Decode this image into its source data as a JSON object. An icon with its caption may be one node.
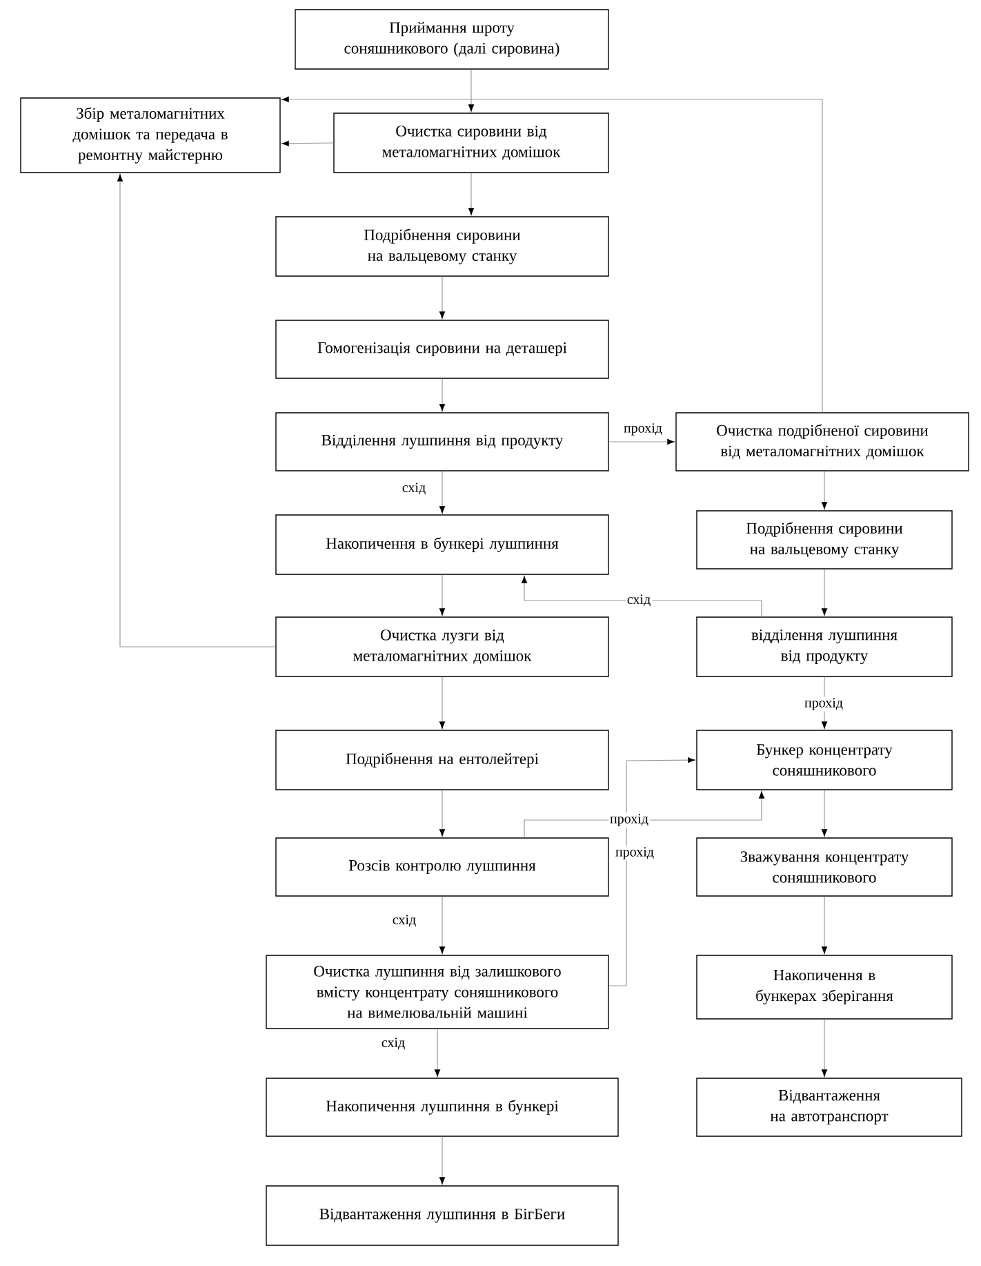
{
  "diagram": {
    "nodes": [
      {
        "text": [
          "Приймання шроту соняшникового (далі сировина)"
        ]
      },
      {
        "text": [
          "Збір металомагнітних домішок та передача в ремонтну майстерню"
        ]
      },
      {
        "text": [
          "Очистка сировини від металомагнітних домішок"
        ]
      },
      {
        "text": [
          "Подрібнення сировини на вальцевому станку"
        ]
      },
      {
        "text": [
          "Гомогенізація сировини на деташері"
        ]
      },
      {
        "text": [
          "Відділення лушпиння від продукту"
        ]
      },
      {
        "text": [
          "Очистка подрібненої сировини від металомагнітних домішок"
        ]
      },
      {
        "text": [
          "Накопичення в бункері лушпиння"
        ]
      },
      {
        "text": [
          "Подрібнення сировини на вальцевому станку"
        ]
      },
      {
        "text": [
          "Очистка лузги від металомагнітних домішок"
        ]
      },
      {
        "text": [
          "відділення лушпиння від продукту"
        ]
      },
      {
        "text": [
          "Подрібнення на ентолейтері"
        ]
      },
      {
        "text": [
          "Бункер концентрату соняшникового"
        ]
      },
      {
        "text": [
          "Розсів контролю лушпиння"
        ]
      },
      {
        "text": [
          "Зважування концентрату соняшникового"
        ]
      },
      {
        "text": [
          "Очистка лушпиння від залишкового вмісту концентрату соняшникового на вимелювальній машині"
        ]
      },
      {
        "text": [
          "Накопичення в бункерах зберігання"
        ]
      },
      {
        "text": [
          "Накопичення лушпиння в бункері"
        ]
      },
      {
        "text": [
          "Відвантаження на автотранспорт"
        ]
      },
      {
        "text": [
          "Відвантаження лушпиння в БігБеги"
        ]
      }
    ],
    "edges": [
      {
        "from": 0,
        "to": 2,
        "arrow": "to"
      },
      {
        "from": 2,
        "to": 1,
        "arrow": "to"
      },
      {
        "from": 6,
        "to": 1,
        "arrow": "to"
      },
      {
        "from": 2,
        "to": 3,
        "arrow": "to"
      },
      {
        "from": 3,
        "to": 4,
        "arrow": "to"
      },
      {
        "from": 4,
        "to": 5,
        "arrow": "to"
      },
      {
        "from": 5,
        "to": 6,
        "arrow": "to",
        "label": "прохід"
      },
      {
        "from": 5,
        "to": 7,
        "arrow": "to",
        "label": "схід"
      },
      {
        "from": 6,
        "to": 8,
        "arrow": "to"
      },
      {
        "from": 8,
        "to": 10,
        "arrow": "to"
      },
      {
        "from": 10,
        "to": 7,
        "arrow": "to",
        "label": "схід"
      },
      {
        "from": 7,
        "to": 9,
        "arrow": "to"
      },
      {
        "from": 9,
        "to": 1,
        "arrow": "to"
      },
      {
        "from": 9,
        "to": 11,
        "arrow": "to"
      },
      {
        "from": 10,
        "to": 12,
        "arrow": "to",
        "label": "прохід"
      },
      {
        "from": 11,
        "to": 13,
        "arrow": "to"
      },
      {
        "from": 13,
        "to": 12,
        "arrow": "to",
        "label": "прохід"
      },
      {
        "from": 15,
        "to": 12,
        "arrow": "to",
        "label": "прохід"
      },
      {
        "from": 13,
        "to": 15,
        "arrow": "to",
        "label": "схід"
      },
      {
        "from": 15,
        "to": 17,
        "arrow": "to",
        "label": "схід"
      },
      {
        "from": 17,
        "to": 19,
        "arrow": "to"
      },
      {
        "from": 12,
        "to": 14,
        "arrow": "to"
      },
      {
        "from": 14,
        "to": 16,
        "arrow": "to"
      },
      {
        "from": 16,
        "to": 18,
        "arrow": "to"
      }
    ]
  }
}
